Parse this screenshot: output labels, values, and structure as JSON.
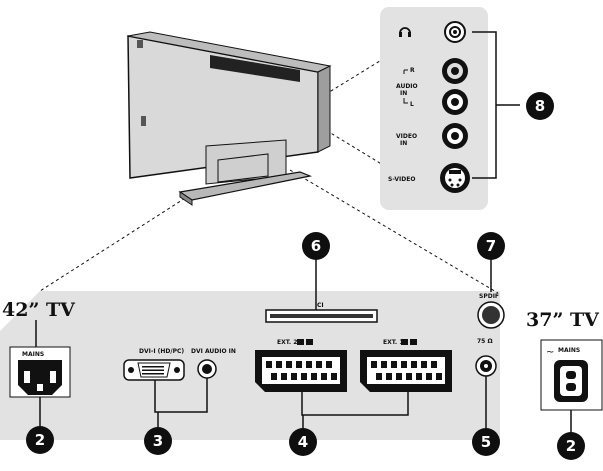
{
  "labels": {
    "tv42": "42” TV",
    "tv37": "37” TV",
    "mains": "MAINS",
    "mains37": "MAINS",
    "ci": "CI",
    "ext2": "EXT. 2",
    "ext1": "EXT. 1",
    "dvi": "DVI-I (HD/PC)",
    "dvi_audio": "DVI AUDIO IN",
    "spdif": "SPDIF",
    "antenna": "75 Ω",
    "audio_in": "AUDIO\nIN",
    "audio_r": "R",
    "audio_l": "L",
    "video_in": "VIDEO\nIN",
    "svideo": "S-VIDEO",
    "headphone_icon": "headphone-icon"
  },
  "callouts": [
    "2",
    "3",
    "4",
    "5",
    "6",
    "7",
    "8",
    "2"
  ],
  "colors": {
    "panel": "#e3e3e3",
    "dark": "#111111",
    "badge": "#0f0f0f"
  }
}
